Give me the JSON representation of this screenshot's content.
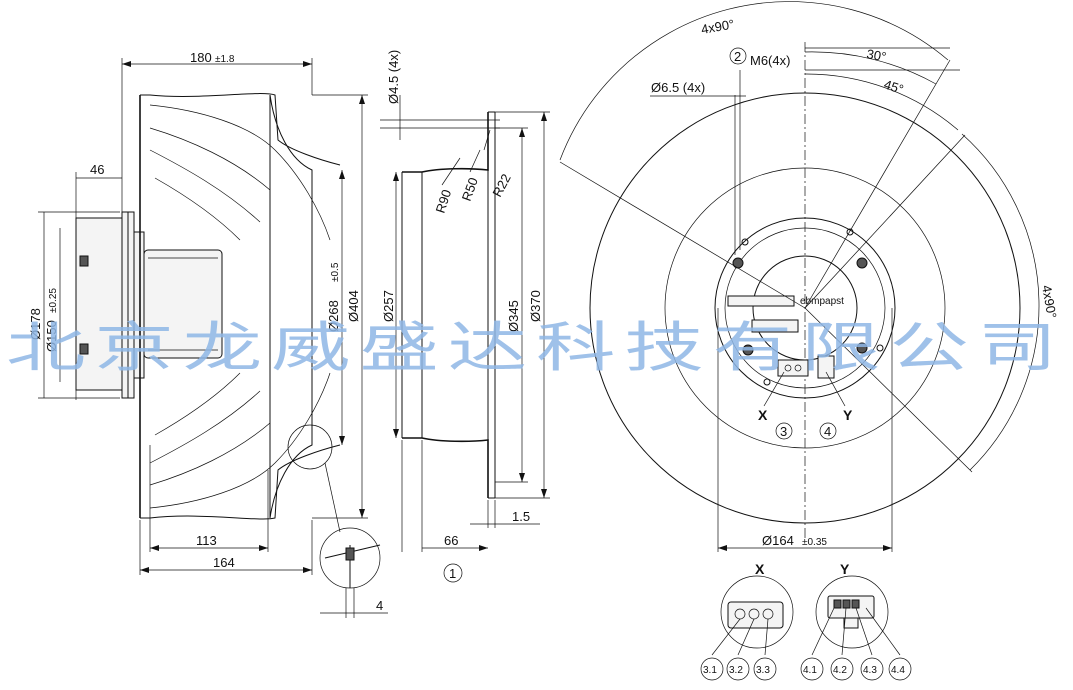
{
  "side_view": {
    "dim_180": "180",
    "dim_180_tol": "±1.8",
    "dim_46": "46",
    "dim_d178": "Ø178",
    "dim_d150": "Ø150",
    "dim_d150_tol": "±0.25",
    "dim_d268": "Ø268",
    "dim_d268_tol": "±0.5",
    "dim_d404": "Ø404",
    "dim_113": "113",
    "dim_164": "164",
    "dim_4": "4"
  },
  "inlet_view": {
    "dim_d45": "Ø4.5 (4x)",
    "dim_r90": "R90",
    "dim_r50": "R50",
    "dim_r22": "R22",
    "dim_d257": "Ø257",
    "dim_d345": "Ø345",
    "dim_d370": "Ø370",
    "dim_66": "66",
    "dim_15": "1.5",
    "callout_1": "1"
  },
  "front_view": {
    "angle_4x90_top": "4x90°",
    "angle_4x90_right": "4x90°",
    "angle_30": "30°",
    "angle_45": "45°",
    "callout_2": "2",
    "dim_m6": "M6(4x)",
    "dim_d65": "Ø6.5 (4x)",
    "dim_d164": "Ø164",
    "dim_d164_tol": "±0.35",
    "label_x": "X",
    "label_y": "Y",
    "callout_3": "3",
    "callout_4": "4",
    "brand": "ebmpapst"
  },
  "connectors": {
    "x_title": "X",
    "y_title": "Y",
    "x_pins": [
      "3.1",
      "3.2",
      "3.3"
    ],
    "y_pins": [
      "4.1",
      "4.2",
      "4.3",
      "4.4"
    ]
  },
  "watermark": "北京龙威盛达科技有限公司"
}
